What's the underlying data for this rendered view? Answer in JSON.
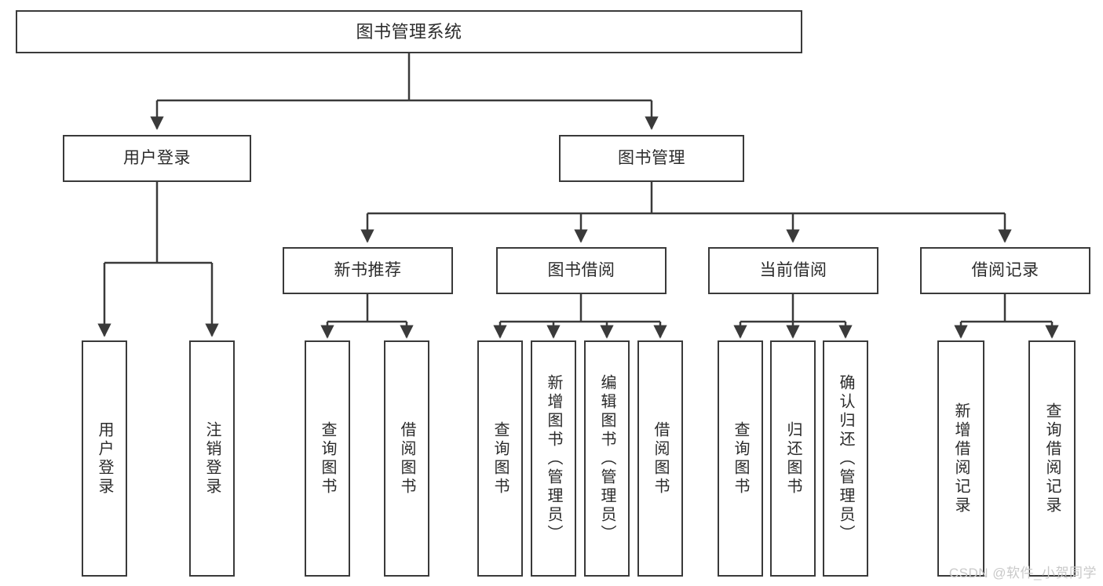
{
  "diagram": {
    "title": "图书管理系统",
    "type": "tree-hierarchy",
    "colors": {
      "background": "#ffffff",
      "node_border": "#3a3a3a",
      "node_fill": "#ffffff",
      "text": "#2b2b2b",
      "connector": "#3a3a3a",
      "watermark": "#c9c9c9"
    },
    "watermark": "CSDN @软件_小贺同学",
    "nodes": {
      "root": {
        "label": "图书管理系统"
      },
      "level2": [
        {
          "label": "用户登录"
        },
        {
          "label": "图书管理"
        }
      ],
      "level3": [
        {
          "label": "新书推荐"
        },
        {
          "label": "图书借阅"
        },
        {
          "label": "当前借阅"
        },
        {
          "label": "借阅记录"
        }
      ],
      "leaves": {
        "user_login": [
          {
            "label": "用户登录"
          },
          {
            "label": "注销登录"
          }
        ],
        "new_book_recommend": [
          {
            "label": "查询图书"
          },
          {
            "label": "借阅图书"
          }
        ],
        "book_borrow": [
          {
            "label": "查询图书"
          },
          {
            "label": "新增图书（管理员）"
          },
          {
            "label": "编辑图书（管理员）"
          },
          {
            "label": "借阅图书"
          }
        ],
        "current_borrow": [
          {
            "label": "查询图书"
          },
          {
            "label": "归还图书"
          },
          {
            "label": "确认归还（管理员）"
          }
        ],
        "borrow_record": [
          {
            "label": "新增借阅记录"
          },
          {
            "label": "查询借阅记录"
          }
        ]
      }
    }
  }
}
